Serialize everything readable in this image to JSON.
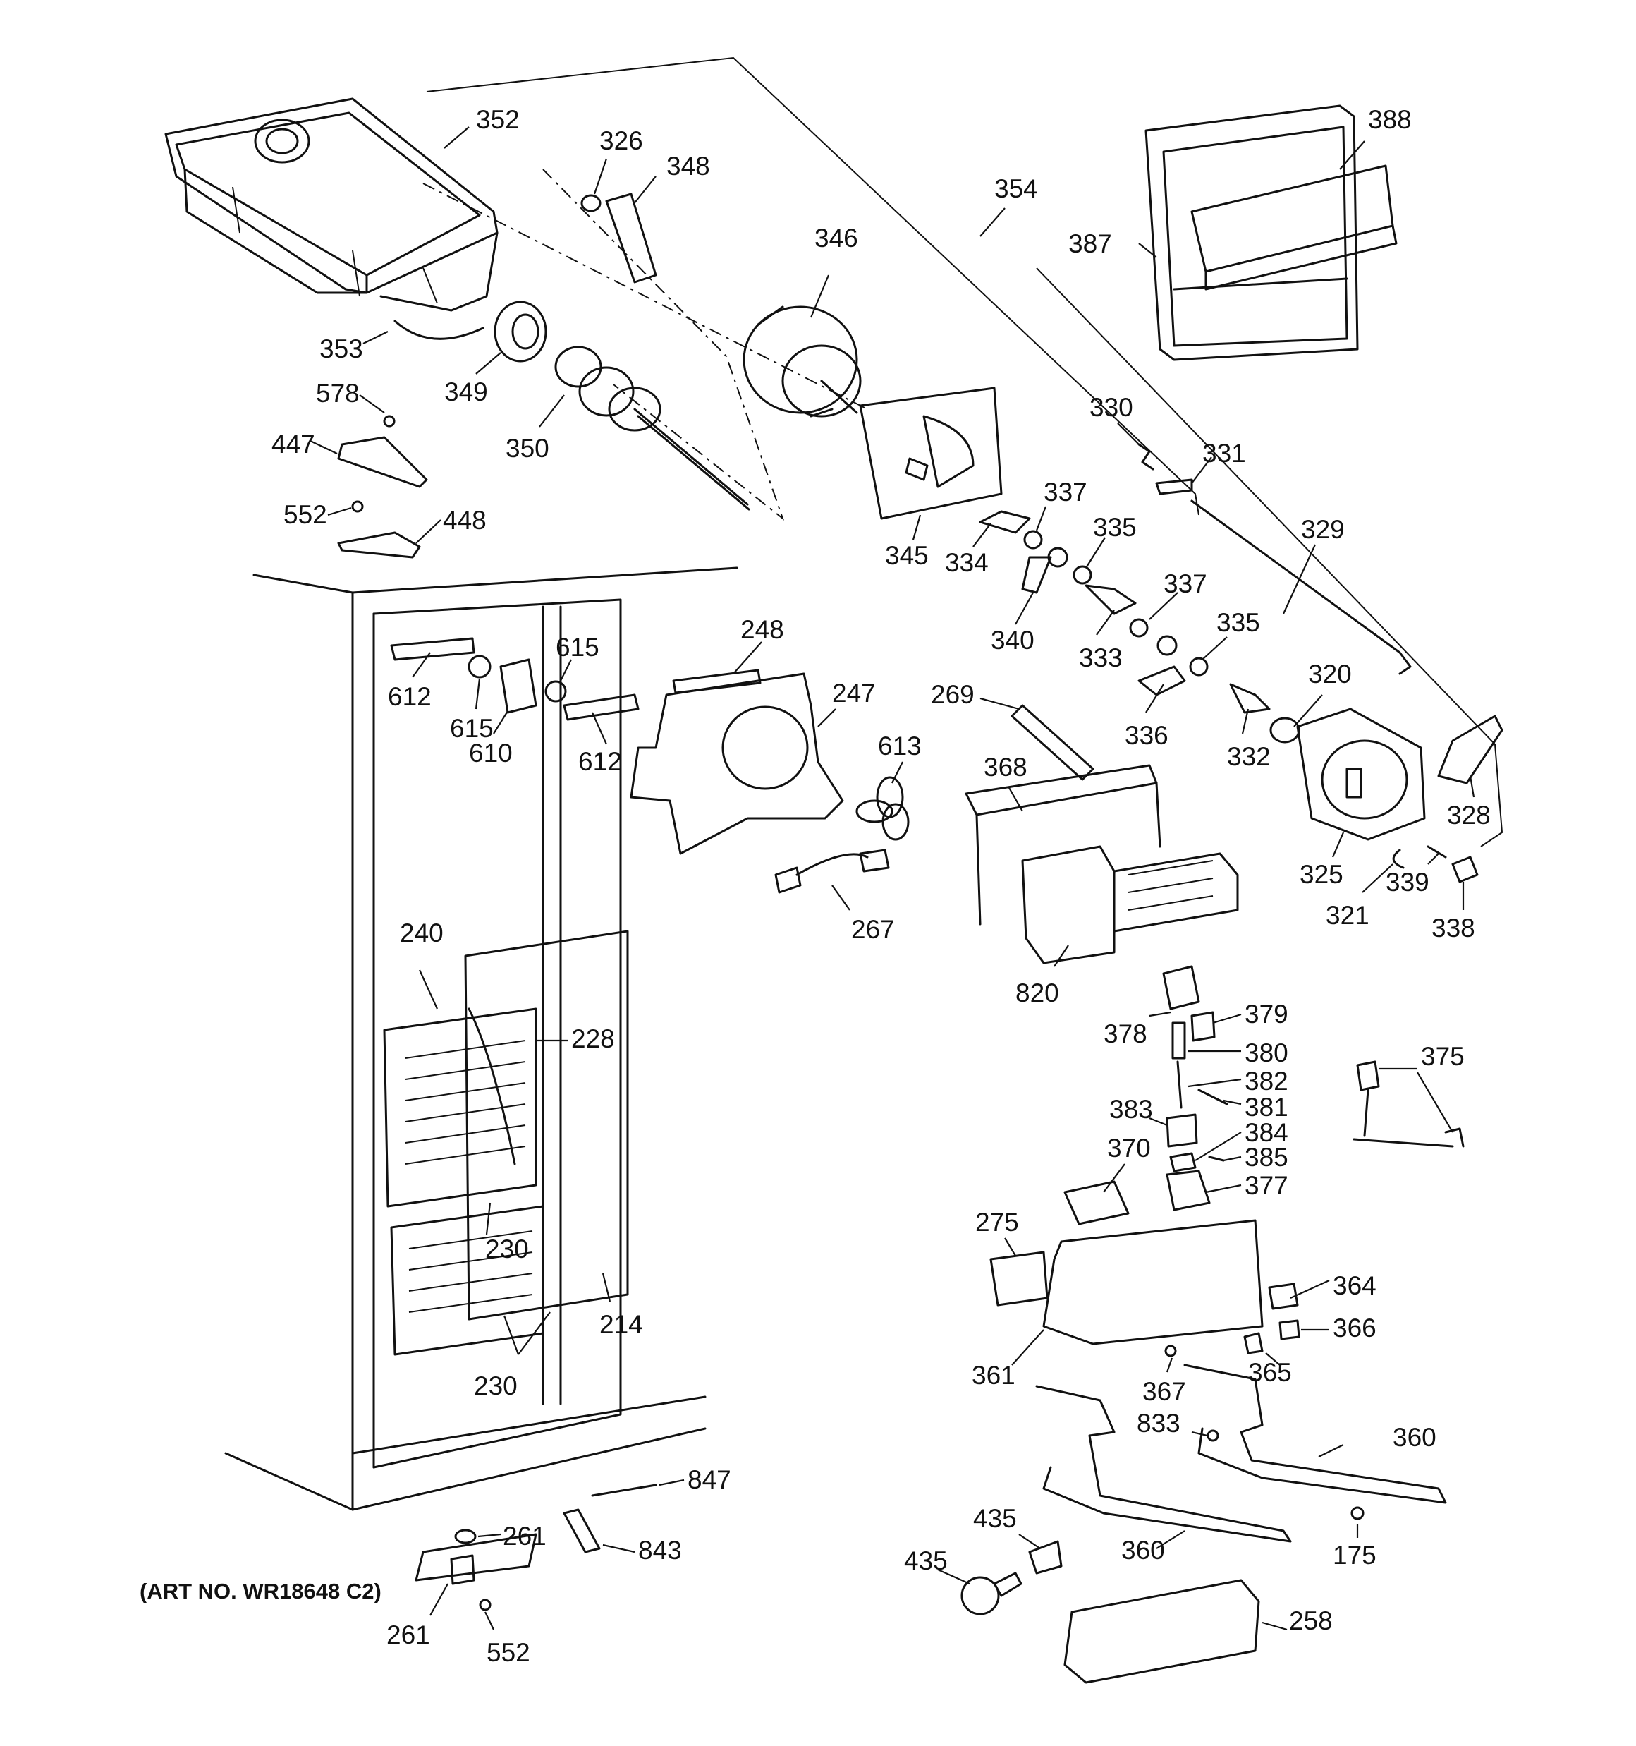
{
  "art_number": "(ART NO. WR18648 C2)",
  "parts": [
    {
      "id": "p352",
      "label": "352"
    },
    {
      "id": "p326",
      "label": "326"
    },
    {
      "id": "p348",
      "label": "348"
    },
    {
      "id": "p346",
      "label": "346"
    },
    {
      "id": "p354",
      "label": "354"
    },
    {
      "id": "p388",
      "label": "388"
    },
    {
      "id": "p387",
      "label": "387"
    },
    {
      "id": "p353",
      "label": "353"
    },
    {
      "id": "p349",
      "label": "349"
    },
    {
      "id": "p350",
      "label": "350"
    },
    {
      "id": "p578",
      "label": "578"
    },
    {
      "id": "p447",
      "label": "447"
    },
    {
      "id": "p552a",
      "label": "552"
    },
    {
      "id": "p448",
      "label": "448"
    },
    {
      "id": "p345",
      "label": "345"
    },
    {
      "id": "p330",
      "label": "330"
    },
    {
      "id": "p331",
      "label": "331"
    },
    {
      "id": "p337a",
      "label": "337"
    },
    {
      "id": "p335a",
      "label": "335"
    },
    {
      "id": "p334",
      "label": "334"
    },
    {
      "id": "p329",
      "label": "329"
    },
    {
      "id": "p337b",
      "label": "337"
    },
    {
      "id": "p340",
      "label": "340"
    },
    {
      "id": "p333",
      "label": "333"
    },
    {
      "id": "p335b",
      "label": "335"
    },
    {
      "id": "p248",
      "label": "248"
    },
    {
      "id": "p615a",
      "label": "615"
    },
    {
      "id": "p612a",
      "label": "612"
    },
    {
      "id": "p615b",
      "label": "615"
    },
    {
      "id": "p610",
      "label": "610"
    },
    {
      "id": "p612b",
      "label": "612"
    },
    {
      "id": "p247",
      "label": "247"
    },
    {
      "id": "p269",
      "label": "269"
    },
    {
      "id": "p613",
      "label": "613"
    },
    {
      "id": "p368",
      "label": "368"
    },
    {
      "id": "p320",
      "label": "320"
    },
    {
      "id": "p336",
      "label": "336"
    },
    {
      "id": "p332",
      "label": "332"
    },
    {
      "id": "p328",
      "label": "328"
    },
    {
      "id": "p325",
      "label": "325"
    },
    {
      "id": "p339",
      "label": "339"
    },
    {
      "id": "p321",
      "label": "321"
    },
    {
      "id": "p338",
      "label": "338"
    },
    {
      "id": "p267",
      "label": "267"
    },
    {
      "id": "p820",
      "label": "820"
    },
    {
      "id": "p240",
      "label": "240"
    },
    {
      "id": "p228",
      "label": "228"
    },
    {
      "id": "p378",
      "label": "378"
    },
    {
      "id": "p379",
      "label": "379"
    },
    {
      "id": "p380",
      "label": "380"
    },
    {
      "id": "p375",
      "label": "375"
    },
    {
      "id": "p382",
      "label": "382"
    },
    {
      "id": "p383",
      "label": "383"
    },
    {
      "id": "p381",
      "label": "381"
    },
    {
      "id": "p384",
      "label": "384"
    },
    {
      "id": "p385",
      "label": "385"
    },
    {
      "id": "p370",
      "label": "370"
    },
    {
      "id": "p377",
      "label": "377"
    },
    {
      "id": "p275",
      "label": "275"
    },
    {
      "id": "p230a",
      "label": "230"
    },
    {
      "id": "p364",
      "label": "364"
    },
    {
      "id": "p214",
      "label": "214"
    },
    {
      "id": "p366",
      "label": "366"
    },
    {
      "id": "p361",
      "label": "361"
    },
    {
      "id": "p365",
      "label": "365"
    },
    {
      "id": "p230b",
      "label": "230"
    },
    {
      "id": "p367",
      "label": "367"
    },
    {
      "id": "p833",
      "label": "833"
    },
    {
      "id": "p360a",
      "label": "360"
    },
    {
      "id": "p847",
      "label": "847"
    },
    {
      "id": "p261a",
      "label": "261"
    },
    {
      "id": "p435a",
      "label": "435"
    },
    {
      "id": "p843",
      "label": "843"
    },
    {
      "id": "p360b",
      "label": "360"
    },
    {
      "id": "p175",
      "label": "175"
    },
    {
      "id": "p435b",
      "label": "435"
    },
    {
      "id": "p258",
      "label": "258"
    },
    {
      "id": "p261b",
      "label": "261"
    },
    {
      "id": "p552b",
      "label": "552"
    }
  ]
}
